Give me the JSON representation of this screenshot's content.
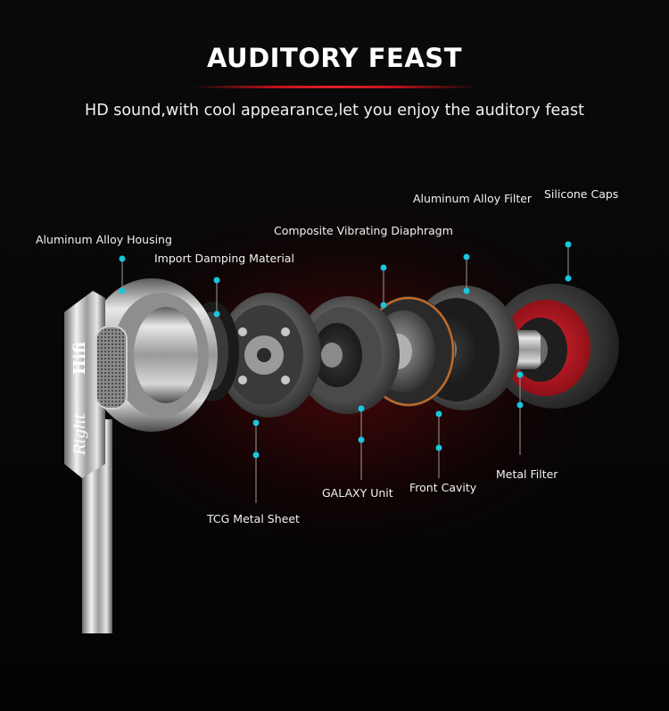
{
  "header": {
    "title": "AUDITORY FEAST",
    "subtitle": "HD sound,with cool appearance,let you enjoy the auditory feast"
  },
  "earphone": {
    "brand_left": "Right",
    "brand_right": "Hifi"
  },
  "components": {
    "aluminum_alloy_housing": "Aluminum Alloy Housing",
    "import_damping_material": "Import Damping Material",
    "composite_vibrating_diaphragm": "Composite Vibrating Diaphragm",
    "aluminum_alloy_filter": "Aluminum Alloy Filter",
    "silicone_caps": "Silicone Caps",
    "tcg_metal_sheet": "TCG Metal Sheet",
    "galaxy_unit": "GALAXY Unit",
    "front_cavity": "Front Cavity",
    "metal_filter": "Metal Filter"
  },
  "colors": {
    "accent_dot": "#19c6dc",
    "title_rule": "#d01a22",
    "silicone_inner": "#c8101a"
  }
}
